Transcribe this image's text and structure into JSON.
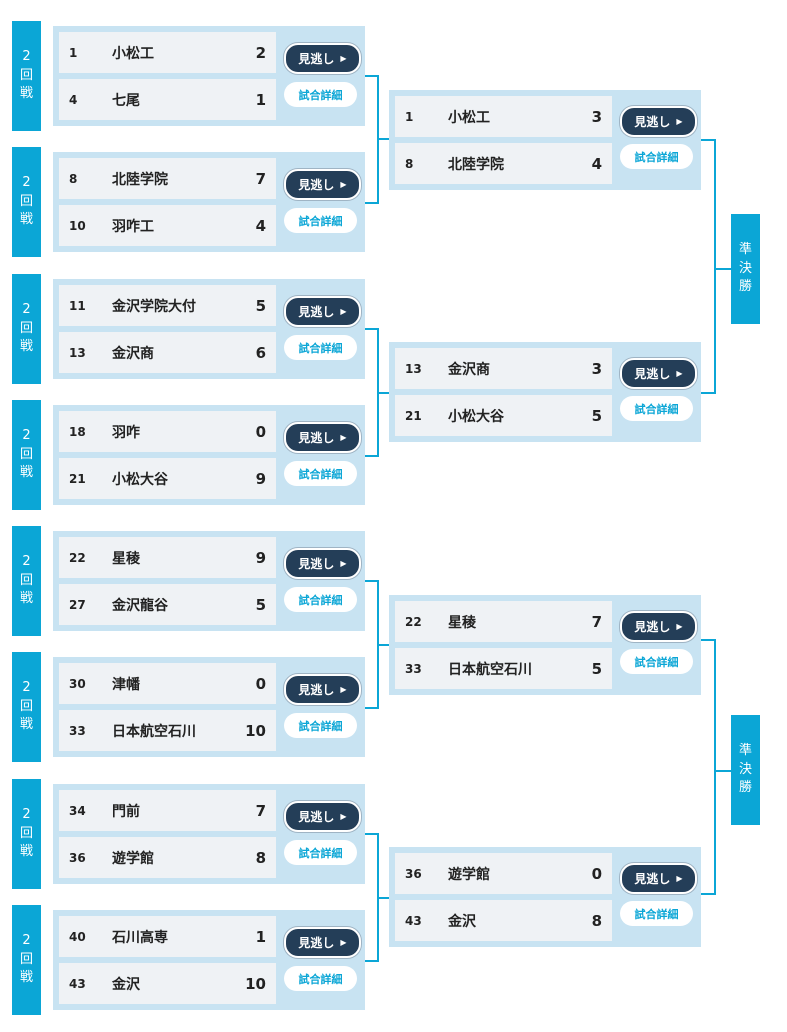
{
  "round_label": [
    "2",
    "回",
    "戦"
  ],
  "semi_label": [
    "準",
    "決",
    "勝"
  ],
  "watch_label": "見逃し",
  "watch_arrow": "▶",
  "detail_label": "試合詳細",
  "round2": [
    {
      "teams": [
        {
          "seed": "1",
          "name": "小松工",
          "score": "2"
        },
        {
          "seed": "4",
          "name": "七尾",
          "score": "1"
        }
      ]
    },
    {
      "teams": [
        {
          "seed": "8",
          "name": "北陸学院",
          "score": "7"
        },
        {
          "seed": "10",
          "name": "羽咋工",
          "score": "4"
        }
      ]
    },
    {
      "teams": [
        {
          "seed": "11",
          "name": "金沢学院大付",
          "score": "5"
        },
        {
          "seed": "13",
          "name": "金沢商",
          "score": "6"
        }
      ]
    },
    {
      "teams": [
        {
          "seed": "18",
          "name": "羽咋",
          "score": "0"
        },
        {
          "seed": "21",
          "name": "小松大谷",
          "score": "9"
        }
      ]
    },
    {
      "teams": [
        {
          "seed": "22",
          "name": "星稜",
          "score": "9"
        },
        {
          "seed": "27",
          "name": "金沢龍谷",
          "score": "5"
        }
      ]
    },
    {
      "teams": [
        {
          "seed": "30",
          "name": "津幡",
          "score": "0"
        },
        {
          "seed": "33",
          "name": "日本航空石川",
          "score": "10"
        }
      ]
    },
    {
      "teams": [
        {
          "seed": "34",
          "name": "門前",
          "score": "7"
        },
        {
          "seed": "36",
          "name": "遊学館",
          "score": "8"
        }
      ]
    },
    {
      "teams": [
        {
          "seed": "40",
          "name": "石川高専",
          "score": "1"
        },
        {
          "seed": "43",
          "name": "金沢",
          "score": "10"
        }
      ]
    }
  ],
  "round3": [
    {
      "teams": [
        {
          "seed": "1",
          "name": "小松工",
          "score": "3"
        },
        {
          "seed": "8",
          "name": "北陸学院",
          "score": "4"
        }
      ]
    },
    {
      "teams": [
        {
          "seed": "13",
          "name": "金沢商",
          "score": "3"
        },
        {
          "seed": "21",
          "name": "小松大谷",
          "score": "5"
        }
      ]
    },
    {
      "teams": [
        {
          "seed": "22",
          "name": "星稜",
          "score": "7"
        },
        {
          "seed": "33",
          "name": "日本航空石川",
          "score": "5"
        }
      ]
    },
    {
      "teams": [
        {
          "seed": "36",
          "name": "遊学館",
          "score": "0"
        },
        {
          "seed": "43",
          "name": "金沢",
          "score": "8"
        }
      ]
    }
  ]
}
